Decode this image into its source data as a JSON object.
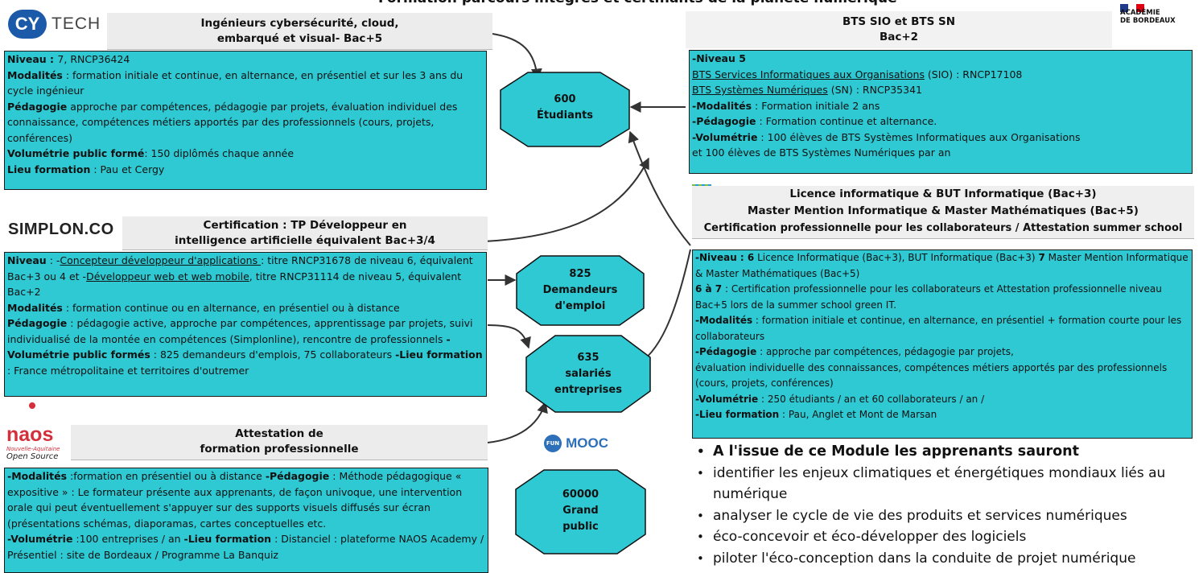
{
  "top_title": {
    "visible_text": "Formation parcours intégrés et certifiants de la planète numérique"
  },
  "cytech": {
    "logo_text": "TECH",
    "header": [
      "Ingénieurs cybersécurité, cloud,",
      "embarqué et visual- Bac+5"
    ],
    "niveau_label": "Niveau : ",
    "niveau_value": "7,  RNCP36424",
    "modalites_label": "Modalités",
    "modalites_value": " : formation initiale et continue, en alternance, en présentiel et sur les 3 ans du cycle ingénieur",
    "pedagogie_label": "Pédagogie",
    "pedagogie_value": " approche par compétences, pédagogie par projets, évaluation individuel des connaissance, compétences métiers apportés par des professionnels (cours, projets, conférences)",
    "volumetrie_label": "Volumétrie public formé",
    "volumetrie_value": ": 150 diplômés chaque année",
    "lieu_label": "Lieu formation",
    "lieu_value": " : Pau et Cergy"
  },
  "simplon": {
    "logo_text": "SIMPLON.CO",
    "header": [
      "Certification : TP Développeur en",
      "intelligence artificielle équivalent Bac+3/4"
    ],
    "niveau_label": "Niveau",
    "niveau_a": " : -",
    "cda_link": "Concepteur développeur d'applications ",
    "niveau_b": ": titre RNCP31678 de niveau 6, équivalent Bac+3 ou 4 et  -",
    "dwwm_link": "Développeur web et web mobile",
    "niveau_c": ", titre RNCP31114 de niveau 5, équivalent Bac+2",
    "modalites_label": "Modalités",
    "modalites_value": " : formation continue ou en alternance, en présentiel ou à distance",
    "pedagogie_label": "Pédagogie",
    "pedagogie_value": " : pédagogie active, approche par compétences, apprentissage par projets, suivi individualisé de la montée en compétences (Simplonline), rencontre de professionnels ",
    "volumetrie_label": "-Volumétrie public formés",
    "volumetrie_value": " : 825 demandeurs d'emplois, 75 collaborateurs ",
    "lieu_label": "-Lieu formation",
    "lieu_value": " : France métropolitaine et territoires d'outremer"
  },
  "naos": {
    "logo_text": "naos",
    "logo_sub1": "Nouvelle-Aquitaine",
    "logo_sub2": "Open Source",
    "header": [
      "Attestation de",
      "formation professionnelle"
    ],
    "modalites_label": "-Modalités",
    "modalites_value": " :formation en présentiel ou à distance ",
    "pedagogie_label": "-Pédagogie",
    "pedagogie_value": " : Méthode pédagogique « expositive » : Le formateur présente aux apprenants, de façon univoque, une intervention orale qui peut éventuellement s'appuyer sur des supports visuels diffusés sur écran (présentations schémas, diaporamas, cartes conceptuelles etc.",
    "volumetrie_label": "-Volumétrie",
    "volumetrie_value": " :100 entreprises / an ",
    "lieu_label": "-Lieu formation",
    "lieu_value": " : Distanciel :  plateforme NAOS Academy / Présentiel : site de Bordeaux / Programme La Banquiz"
  },
  "bts": {
    "header": [
      "BTS SIO et BTS SN",
      "Bac+2"
    ],
    "academie": "ACADÉMIE\nDE BORDEAUX",
    "niveau_label": "-Niveau 5",
    "sio_link": "BTS Services Informatiques aux Organisations",
    "sio_rest": " (SIO) : RNCP17108",
    "sn_link": "BTS Systèmes Numériques",
    "sn_rest": " (SN) : RNCP35341",
    "modalites_label": "-Modalités",
    "modalites_value": " :  Formation initiale 2 ans",
    "pedagogie_label": " -Pédagogie",
    "pedagogie_value": " : Formation continue et alternance.",
    "volumetrie_label": "-Volumétrie",
    "volumetrie_value": " : 100 élèves de BTS Systèmes Informatiques aux Organisations",
    "volumetrie_value2": "et 100 élèves de BTS Systèmes Numériques par an"
  },
  "uppa": {
    "header": [
      "Licence informatique & BUT Informatique (Bac+3)",
      "Master Mention Informatique & Master Mathématiques (Bac+5)",
      "Certification professionnelle pour les collaborateurs / Attestation summer school"
    ],
    "niveau_label": "-Niveau : ",
    "niveau_6": " 6",
    "niveau_a": " Licence Informatique (Bac+3), BUT Informatique (Bac+3) ",
    "niveau_7": " 7",
    "niveau_b": " Master Mention Informatique & Master Mathématiques (Bac+5)",
    "six_sept": "6 à 7",
    "six_sept_value": " : Certification professionnelle pour les collaborateurs et Attestation professionnelle niveau Bac+5 lors de la summer school green IT.",
    "modalites_label": "-Modalités",
    "modalites_value": " : formation initiale et continue, en alternance, en présentiel + formation courte pour les collaborateurs",
    "pedagogie_label": "-Pédagogie",
    "pedagogie_value": " : approche par compétences, pédagogie par projets,",
    "pedagogie_value2": " évaluation individuelle des connaissances, compétences métiers apportés par des professionnels (cours, projets, conférences)",
    "volumetrie_label": "-Volumétrie",
    "volumetrie_value": " : 250 étudiants / an et 60 collaborateurs / an /",
    "lieu_label": "-Lieu formation",
    "lieu_value": " : Pau, Anglet et Mont de Marsan"
  },
  "octagons": [
    {
      "id": "etudiants",
      "lines": [
        "600",
        "Étudiants"
      ]
    },
    {
      "id": "demandeurs",
      "lines": [
        "825",
        "Demandeurs",
        "d'emploi"
      ]
    },
    {
      "id": "salaries",
      "lines": [
        "635",
        "salariés",
        "entreprises"
      ]
    },
    {
      "id": "public",
      "lines": [
        "60000",
        "Grand",
        "public"
      ]
    }
  ],
  "funmooc": {
    "fun": "FUN",
    "mooc": "MOOC"
  },
  "outcomes": {
    "heading": "A l'issue de ce Module les apprenants sauront",
    "items": [
      "identifier les enjeux climatiques et énergétiques mondiaux liés au numérique",
      "analyser le cycle de vie des produits et services numériques",
      "éco-concevoir et éco-développer des logiciels",
      "piloter l'éco-conception dans la conduite de projet numérique"
    ]
  },
  "colors": {
    "box": "#2ec9d3",
    "header_bg": "#ececec",
    "uppa_green": "#7cc242",
    "naos_red": "#d3303c",
    "cy_blue": "#1a5aa8",
    "funmooc": "#2d6fb8"
  }
}
